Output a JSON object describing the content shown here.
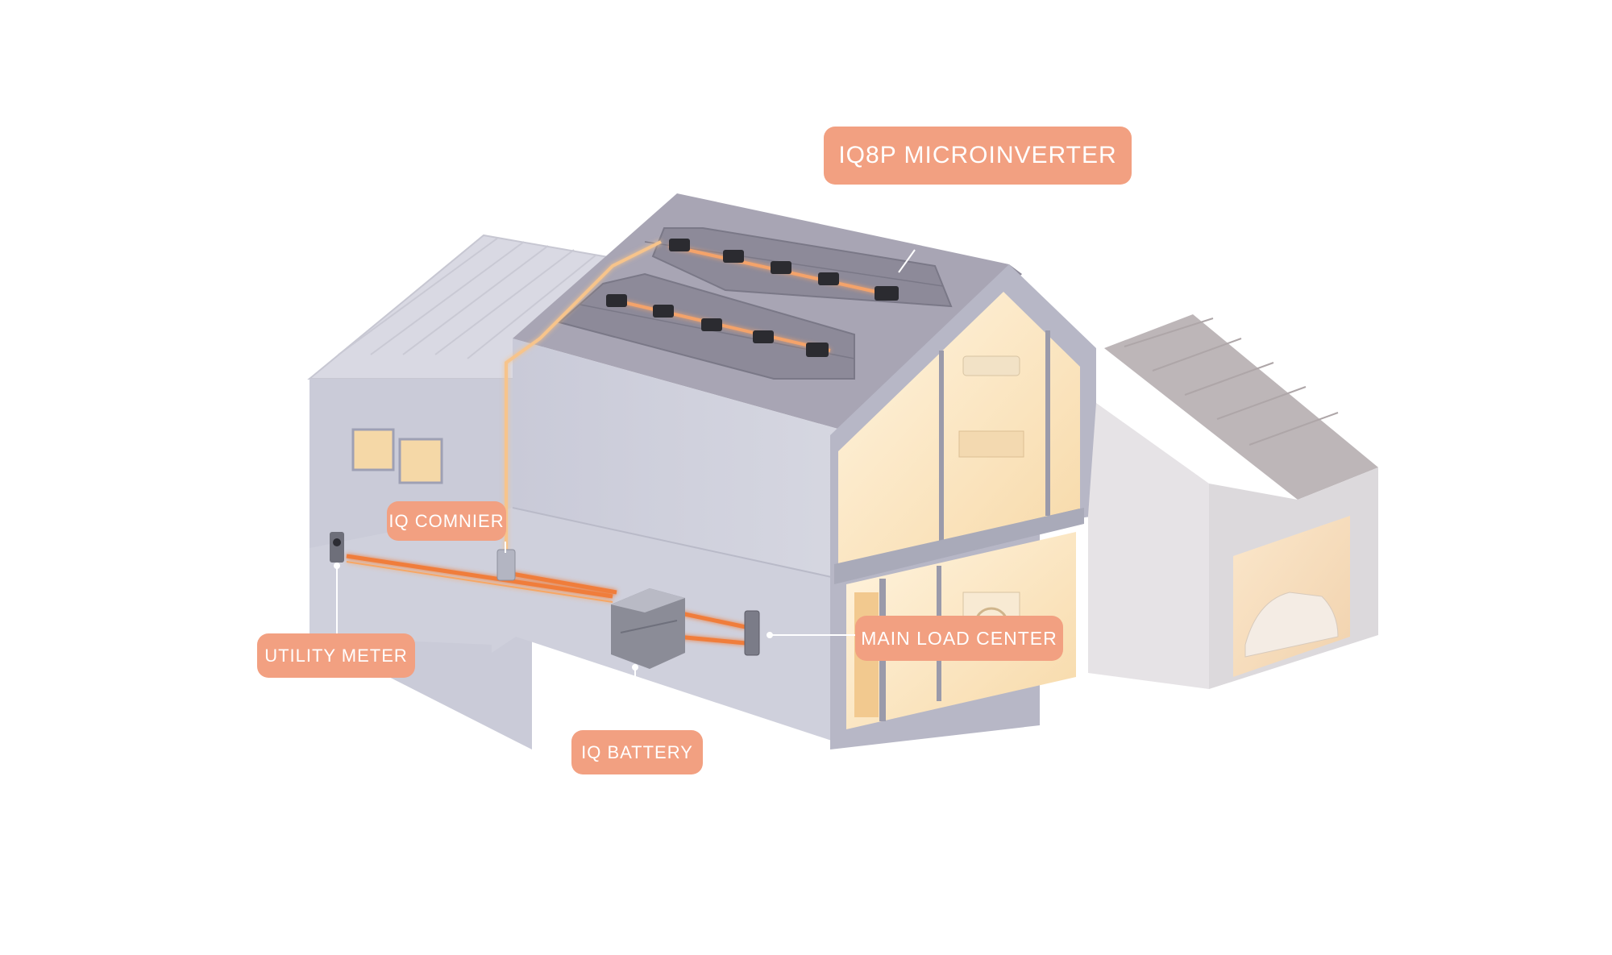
{
  "callouts": {
    "microinverter": "IQ8P MICROINVERTER",
    "comnier": "IQ COMNIER",
    "utility_meter": "UTILITY METER",
    "main_load_center": "MAIN LOAD CENTER",
    "battery": "IQ BATTERY"
  },
  "colors": {
    "callout_bg": "#f2a081",
    "wall": "#cfd0dc",
    "wire_glow": "#f0803c",
    "interior_light": "#fde9c6"
  }
}
